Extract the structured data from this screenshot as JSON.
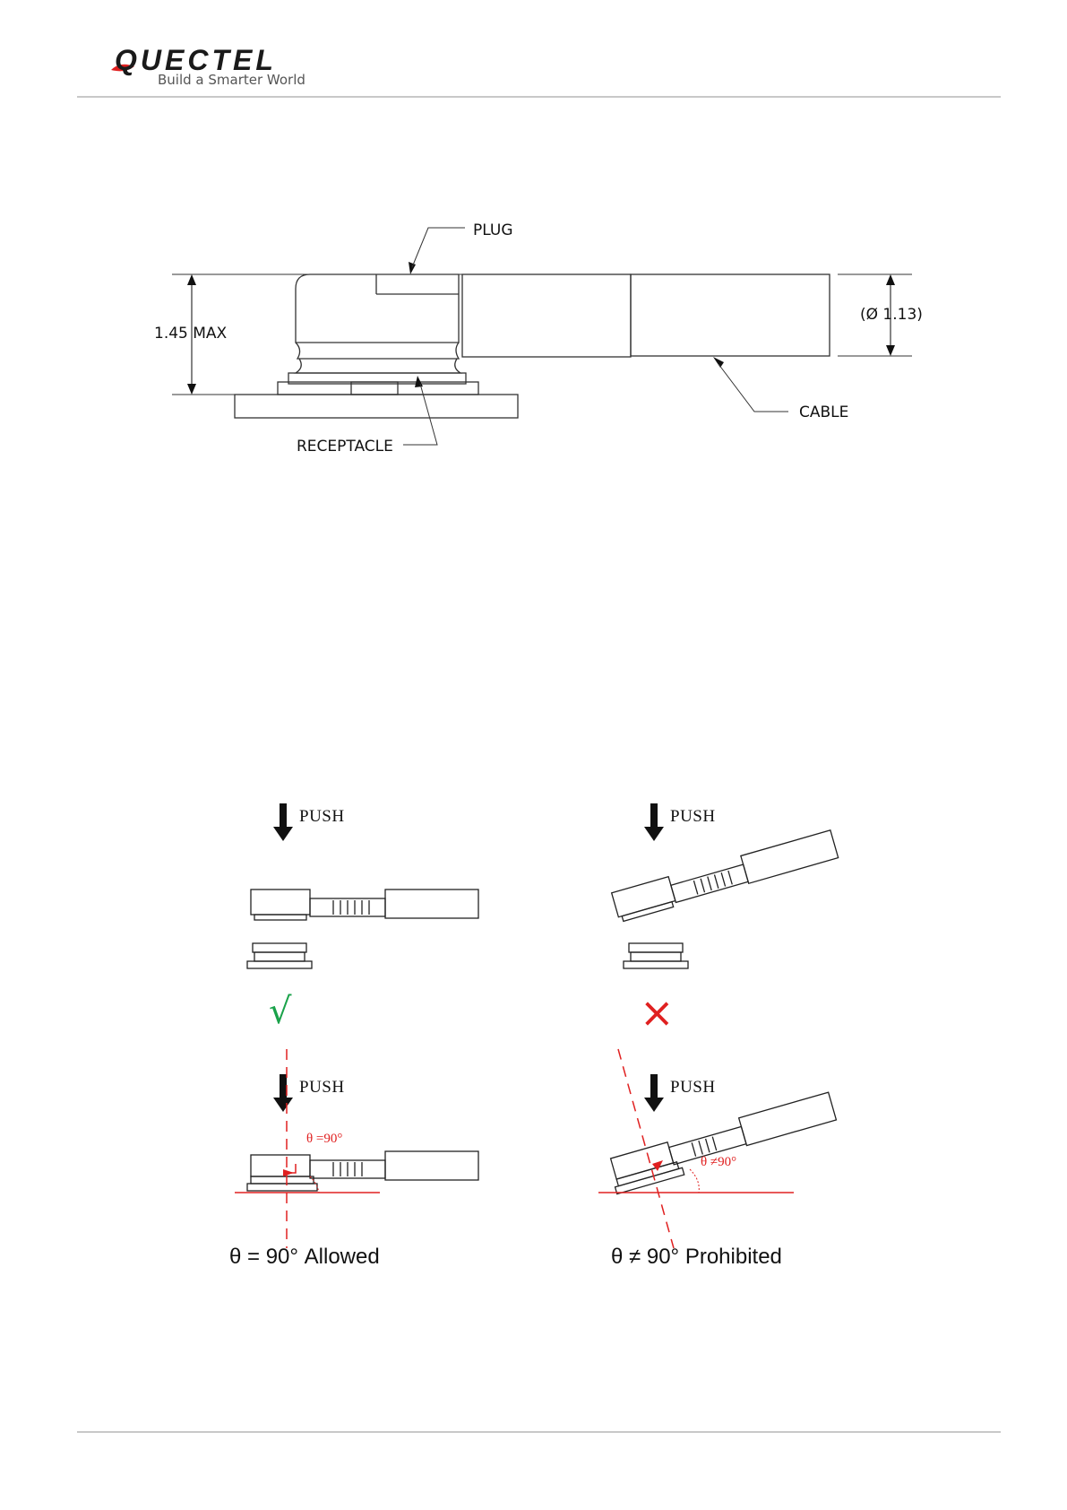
{
  "header": {
    "brand": "QUECTEL",
    "tagline": "Build a Smarter World"
  },
  "figure1": {
    "plug_label": "PLUG",
    "height_label": "1.45 MAX",
    "diameter_label": "(Ø 1.13)",
    "cable_label": "CABLE",
    "receptacle_label": "RECEPTACLE"
  },
  "figure2": {
    "push_label": "PUSH",
    "allowed_mark": "√",
    "prohibited_mark": "×",
    "angle_ok": "θ =90°",
    "angle_bad": "θ ≠90°",
    "caption_allowed": "θ = 90° Allowed",
    "caption_prohibited": "θ ≠ 90° Prohibited"
  },
  "colors": {
    "allowed": "#1aa24a",
    "prohibited": "#e02020",
    "rule": "#c8c8c8"
  }
}
